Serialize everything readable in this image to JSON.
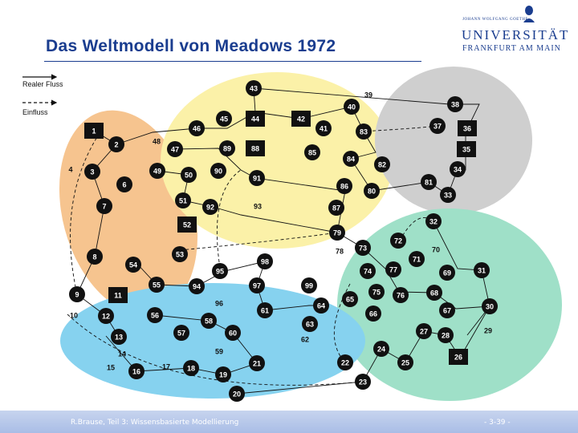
{
  "title": "Das Weltmodell von Meadows 1972",
  "logo": {
    "small": "JOHANN WOLFGANG GOETHE",
    "big": "UNIVERSITÄT",
    "sub": "FRANKFURT AM MAIN"
  },
  "legend": {
    "real_flow": "Realer Fluss",
    "influence": "Einfluss"
  },
  "footer": {
    "left": "R.Brause, Teil 3: Wissensbasierte Modellierung",
    "right": "- 3-39 -"
  },
  "colors": {
    "title": "#1a3d8f",
    "sector_orange": "#f6c48f",
    "sector_yellow": "#fbf1a8",
    "sector_gray": "#cfcfcf",
    "sector_green": "#9fe0c8",
    "sector_blue": "#86d2ef",
    "footer": "#b3c4ea"
  },
  "diagram": {
    "circle_nodes": [
      "2",
      "3",
      "4",
      "6",
      "7",
      "8",
      "9",
      "12",
      "13",
      "15",
      "16",
      "17",
      "18",
      "19",
      "20",
      "21",
      "22",
      "23",
      "24",
      "25",
      "27",
      "28",
      "29",
      "30",
      "31",
      "32",
      "33",
      "34",
      "37",
      "38",
      "40",
      "41",
      "43",
      "45",
      "46",
      "47",
      "49",
      "50",
      "51",
      "53",
      "54",
      "55",
      "56",
      "57",
      "58",
      "59",
      "60",
      "61",
      "62",
      "63",
      "64",
      "65",
      "66",
      "67",
      "68",
      "69",
      "70",
      "71",
      "72",
      "73",
      "74",
      "75",
      "76",
      "77",
      "78",
      "79",
      "80",
      "81",
      "82",
      "83",
      "84",
      "85",
      "86",
      "87",
      "89",
      "90",
      "91",
      "92",
      "93",
      "94",
      "95",
      "96",
      "97",
      "98",
      "99"
    ],
    "box_nodes": [
      "1",
      "10",
      "11",
      "14",
      "26",
      "35",
      "36",
      "39",
      "42",
      "44",
      "48",
      "52",
      "88"
    ]
  }
}
